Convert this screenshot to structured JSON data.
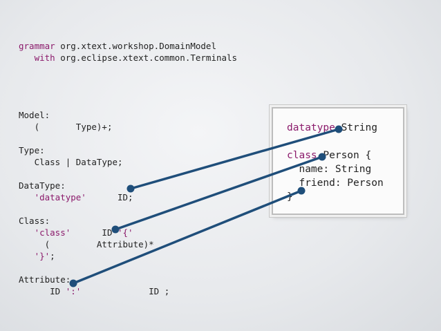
{
  "grammar": {
    "line1_kw": "grammar",
    "line1_rest": " org.xtext.workshop.DomainModel",
    "line2_kw": "with",
    "line2_rest": " org.eclipse.xtext.common.Terminals"
  },
  "rules": {
    "model_head": "Model:",
    "model_body_a": "   (       ",
    "model_body_b": "Type)+;",
    "type_head": "Type:",
    "type_body": "   Class | DataType;",
    "datatype_head": "DataType:",
    "datatype_kw": "'datatype'",
    "datatype_rest": "      ID;",
    "class_head": "Class:",
    "class_kw": "'class'",
    "class_mid": "      ID ",
    "class_brace": "'{'",
    "class_body_a": "     (         ",
    "class_body_b": "Attribute)*",
    "class_close": "'}'",
    "class_close_semi": ";",
    "attr_head": "Attribute:",
    "attr_a": "      ID ",
    "attr_colon": "':'",
    "attr_b": "             ID ;"
  },
  "model": {
    "datatype_kw": "datatype",
    "datatype_name": " String",
    "class_kw": "class",
    "class_rest": " Person {",
    "attr1": "  name: String",
    "attr2": "  friend: Person",
    "close": "}"
  },
  "colors": {
    "keyword": "#8b1a6b",
    "connector": "#1f4e7a",
    "text": "#222222"
  }
}
